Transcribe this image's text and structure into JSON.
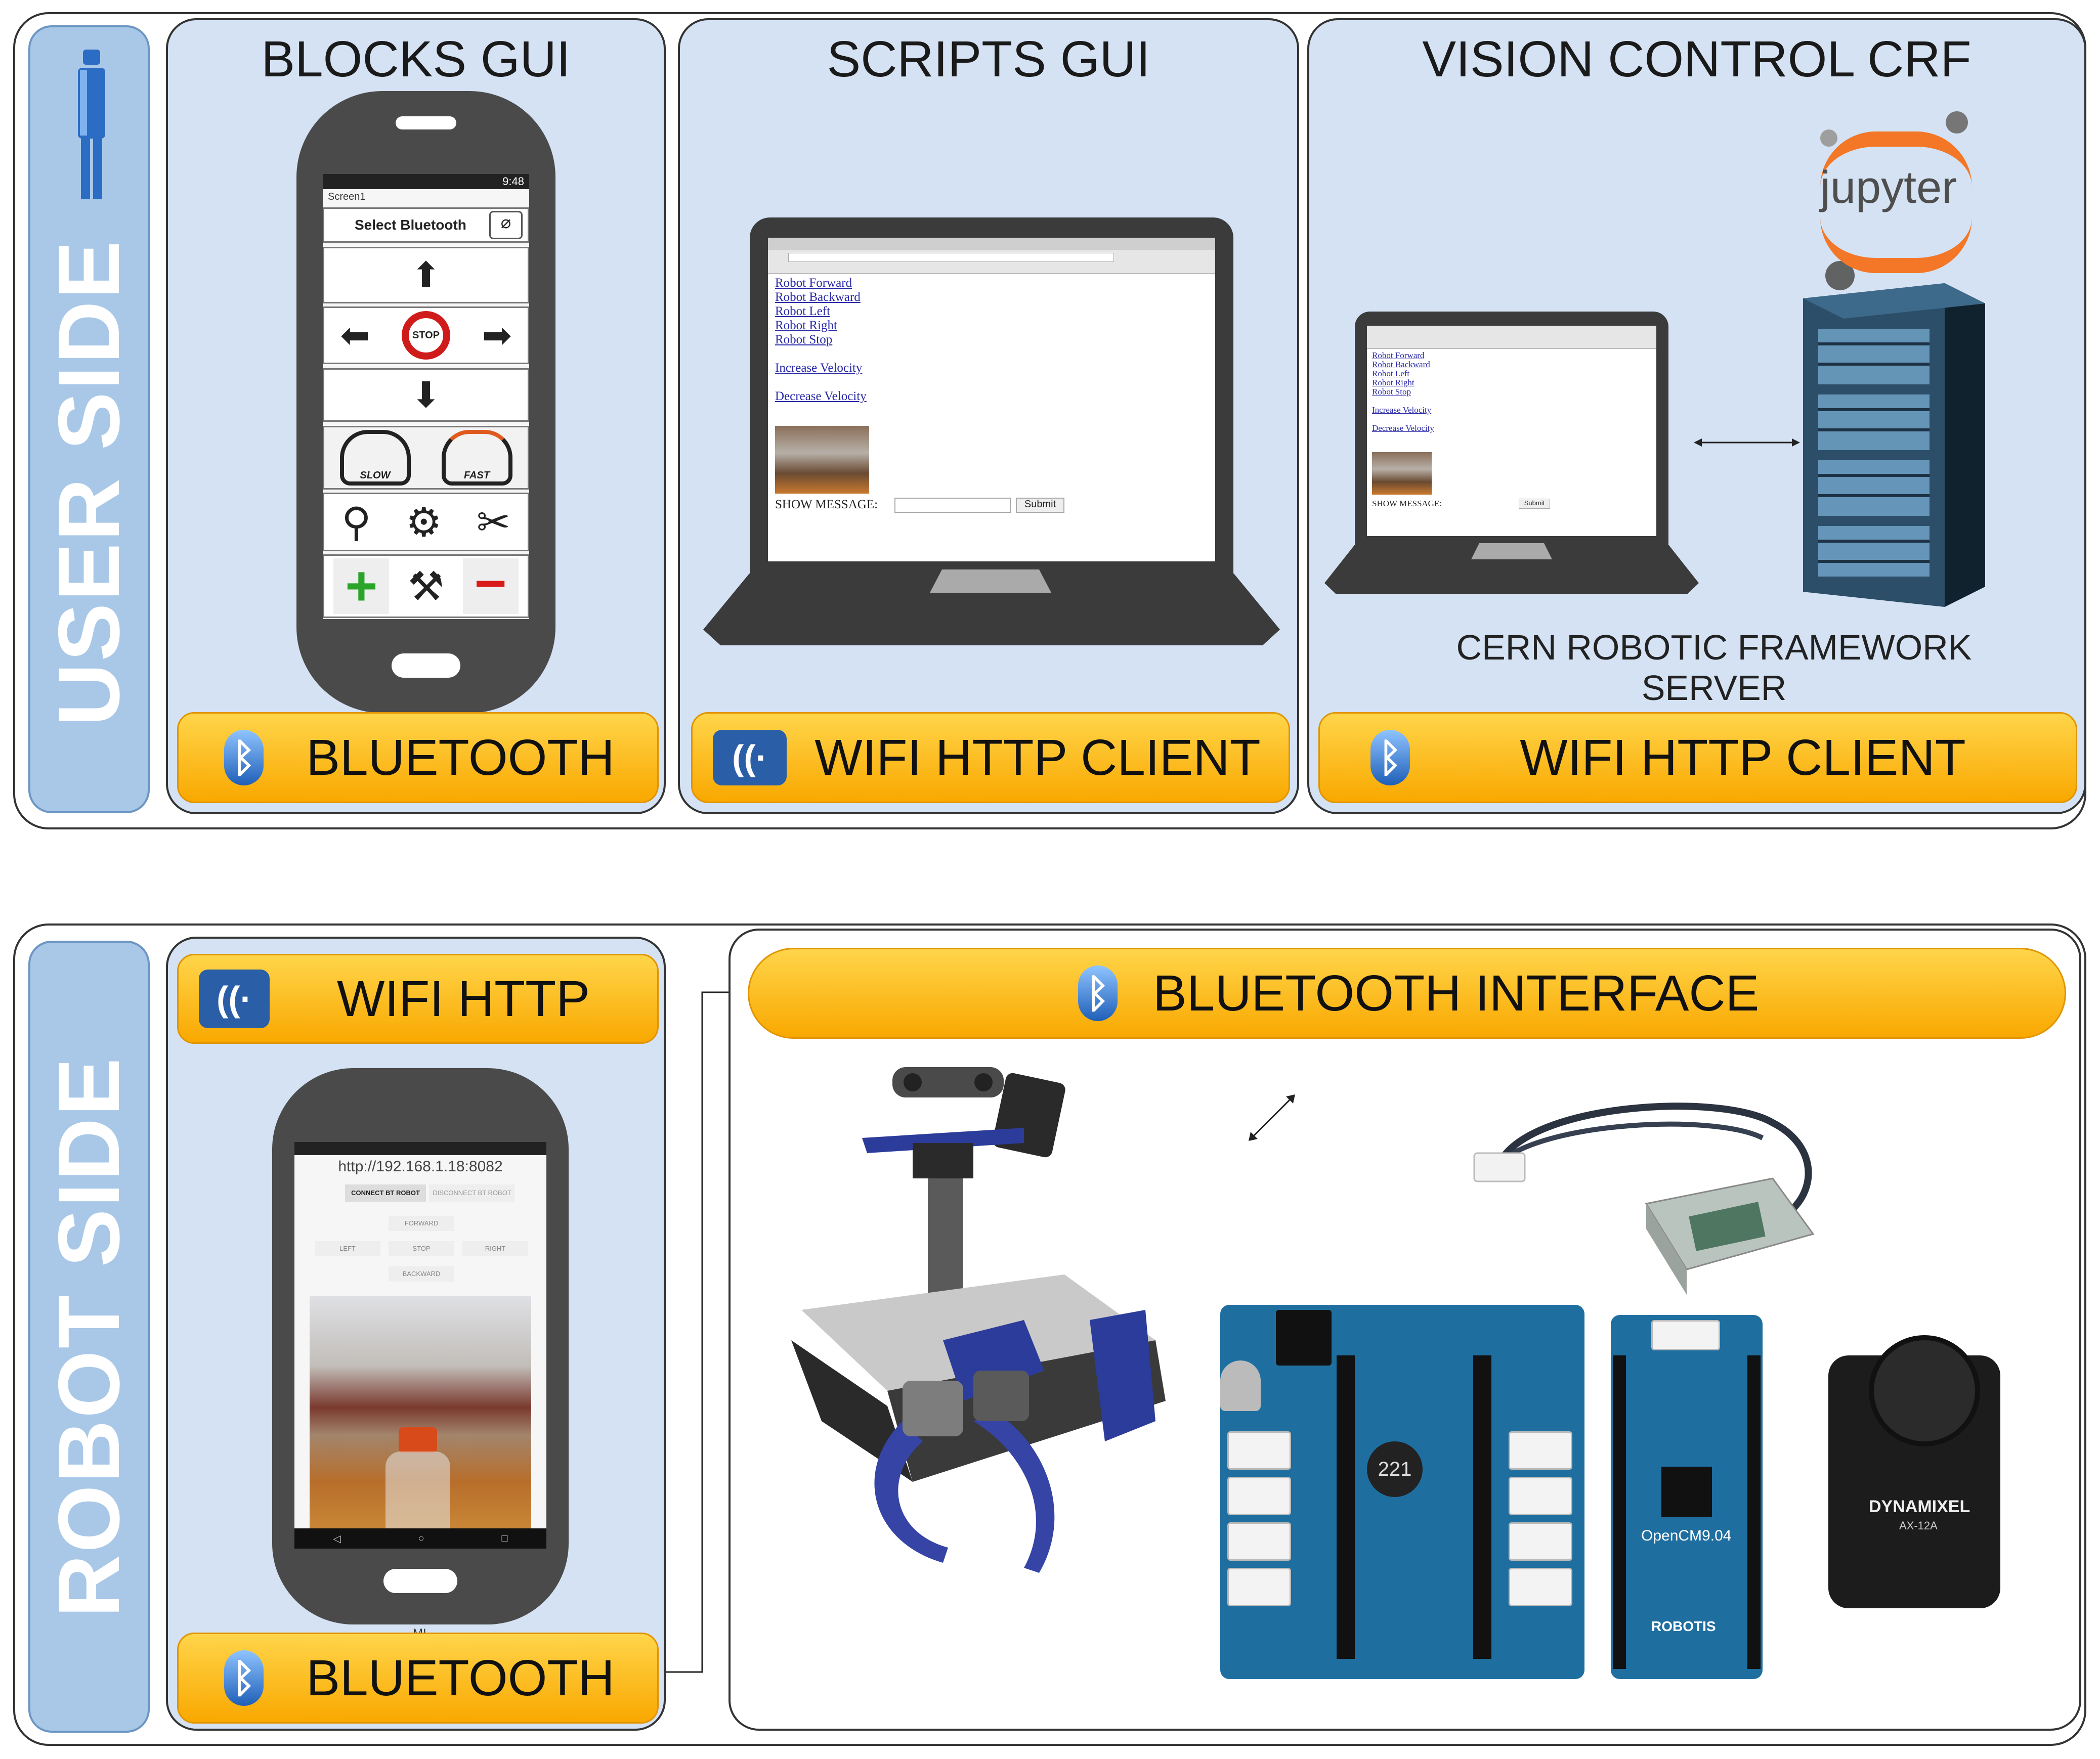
{
  "user_side": {
    "label": "USER SIDE",
    "panels": {
      "blocks": {
        "title": "BLOCKS GUI",
        "bar_label": "BLUETOOTH",
        "bar_icon": "bluetooth-icon",
        "app": {
          "screen_name": "Screen1",
          "time": "9:48",
          "select_button": "Select Bluetooth",
          "stop_label": "STOP",
          "slow_label": "SLOW",
          "fast_label": "FAST"
        }
      },
      "scripts": {
        "title": "SCRIPTS GUI",
        "bar_label": "WIFI HTTP CLIENT",
        "bar_icon": "wifi-icon",
        "web": {
          "links": [
            "Robot Forward",
            "Robot Backward",
            "Robot Left",
            "Robot Right",
            "Robot Stop"
          ],
          "increase": "Increase Velocity",
          "decrease": "Decrease Velocity",
          "message_label": "SHOW MESSAGE:",
          "submit": "Submit"
        }
      },
      "vision": {
        "title": "VISION CONTROL CRF",
        "logo_text": "jupyter",
        "server_caption_line1": "CERN ROBOTIC FRAMEWORK",
        "server_caption_line2": "SERVER",
        "bar_label": "WIFI HTTP CLIENT",
        "bar_icon": "bluetooth-icon"
      }
    }
  },
  "robot_side": {
    "label": "ROBOT SIDE",
    "wifi_bar_label": "WIFI HTTP",
    "bluetooth_bar_label": "BLUETOOTH",
    "phone": {
      "url": "http://192.168.1.18:8082",
      "connect_button": "CONNECT BT ROBOT",
      "disconnect_button": "DISCONNECT BT ROBOT",
      "forward": "FORWARD",
      "left": "LEFT",
      "stop": "STOP",
      "right": "RIGHT",
      "backward": "BACKWARD",
      "caption": "MI"
    },
    "interface_bar_label": "BLUETOOTH INTERFACE",
    "board_labels": {
      "servo_brand": "DYNAMIXEL",
      "servo_model": "AX-12A",
      "board_name": "OpenCM9.04",
      "brand": "ROBOTIS",
      "inductor": "221"
    }
  },
  "colors": {
    "panel_fill": "#d4e2f3",
    "side_strip": "#a9c8e8",
    "bar_gold": "#f9a800",
    "bluetooth_blue": "#1f5fb8",
    "jupyter_orange": "#f37726"
  }
}
